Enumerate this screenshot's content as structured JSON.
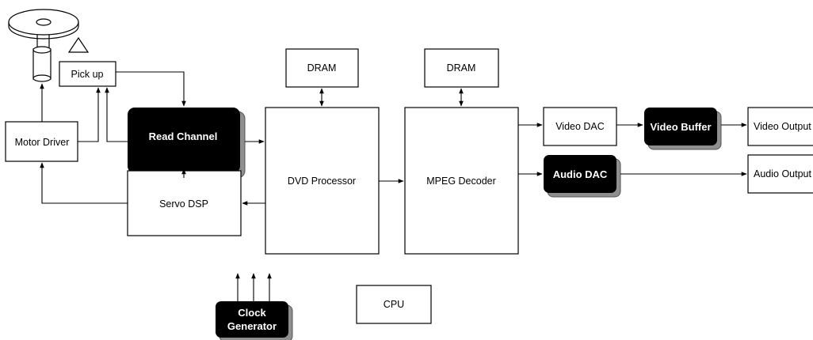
{
  "blocks": {
    "pickup": "Pick up",
    "motor_driver": "Motor Driver",
    "read_channel": "Read Channel",
    "servo_dsp": "Servo DSP",
    "dram_1": "DRAM",
    "dvd_processor": "DVD Processor",
    "dram_2": "DRAM",
    "mpeg_decoder": "MPEG Decoder",
    "video_dac": "Video DAC",
    "video_buffer": "Video Buffer",
    "video_output": "Video Output",
    "audio_dac": "Audio DAC",
    "audio_output": "Audio Output",
    "clock_generator_line1": "Clock",
    "clock_generator_line2": "Generator",
    "cpu": "CPU"
  },
  "colors": {
    "highlight_block_fill": "#000000",
    "shadow_fill": "#8f8f8f",
    "line": "#000000"
  }
}
